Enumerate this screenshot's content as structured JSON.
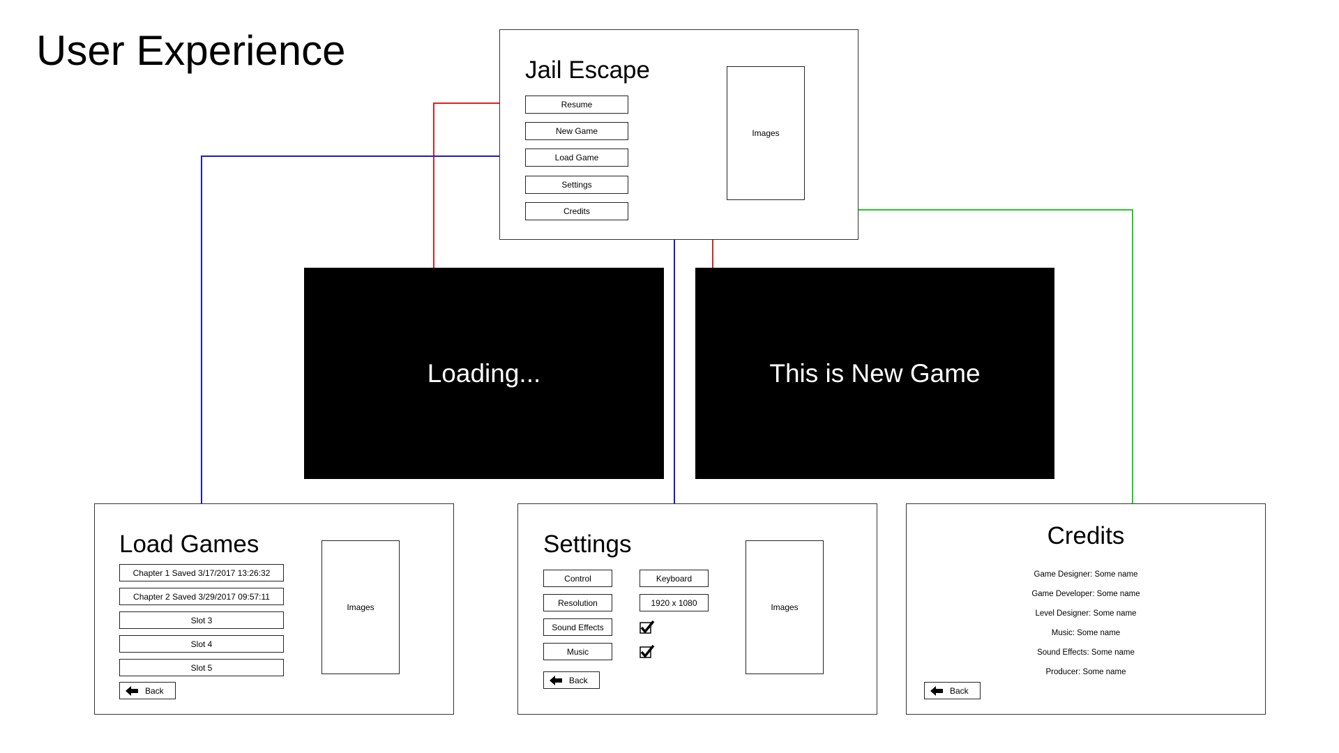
{
  "page": {
    "title": "User Experience"
  },
  "main_menu": {
    "title": "Jail Escape",
    "buttons": [
      "Resume",
      "New Game",
      "Load Game",
      "Settings",
      "Credits"
    ],
    "image_label": "Images"
  },
  "loading_screen": {
    "text": "Loading..."
  },
  "new_game_screen": {
    "text": "This is New Game"
  },
  "load_games": {
    "title": "Load Games",
    "slots": [
      "Chapter 1 Saved 3/17/2017 13:26:32",
      "Chapter 2 Saved 3/29/2017 09:57:11",
      "Slot 3",
      "Slot 4",
      "Slot 5"
    ],
    "image_label": "Images",
    "back_label": "Back"
  },
  "settings": {
    "title": "Settings",
    "rows": [
      {
        "label": "Control",
        "value": "Keyboard"
      },
      {
        "label": "Resolution",
        "value": "1920 x 1080"
      },
      {
        "label": "Sound Effects",
        "checked": true
      },
      {
        "label": "Music",
        "checked": true
      }
    ],
    "image_label": "Images",
    "back_label": "Back"
  },
  "credits": {
    "title": "Credits",
    "lines": [
      "Game Designer: Some name",
      "Game Developer: Some name",
      "Level Designer: Some name",
      "Music: Some name",
      "Sound Effects: Some name",
      "Producer: Some name"
    ],
    "back_label": "Back"
  },
  "connector_colors": {
    "red": "#e02020",
    "blue": "#1a1ad0",
    "green": "#22cc22"
  }
}
